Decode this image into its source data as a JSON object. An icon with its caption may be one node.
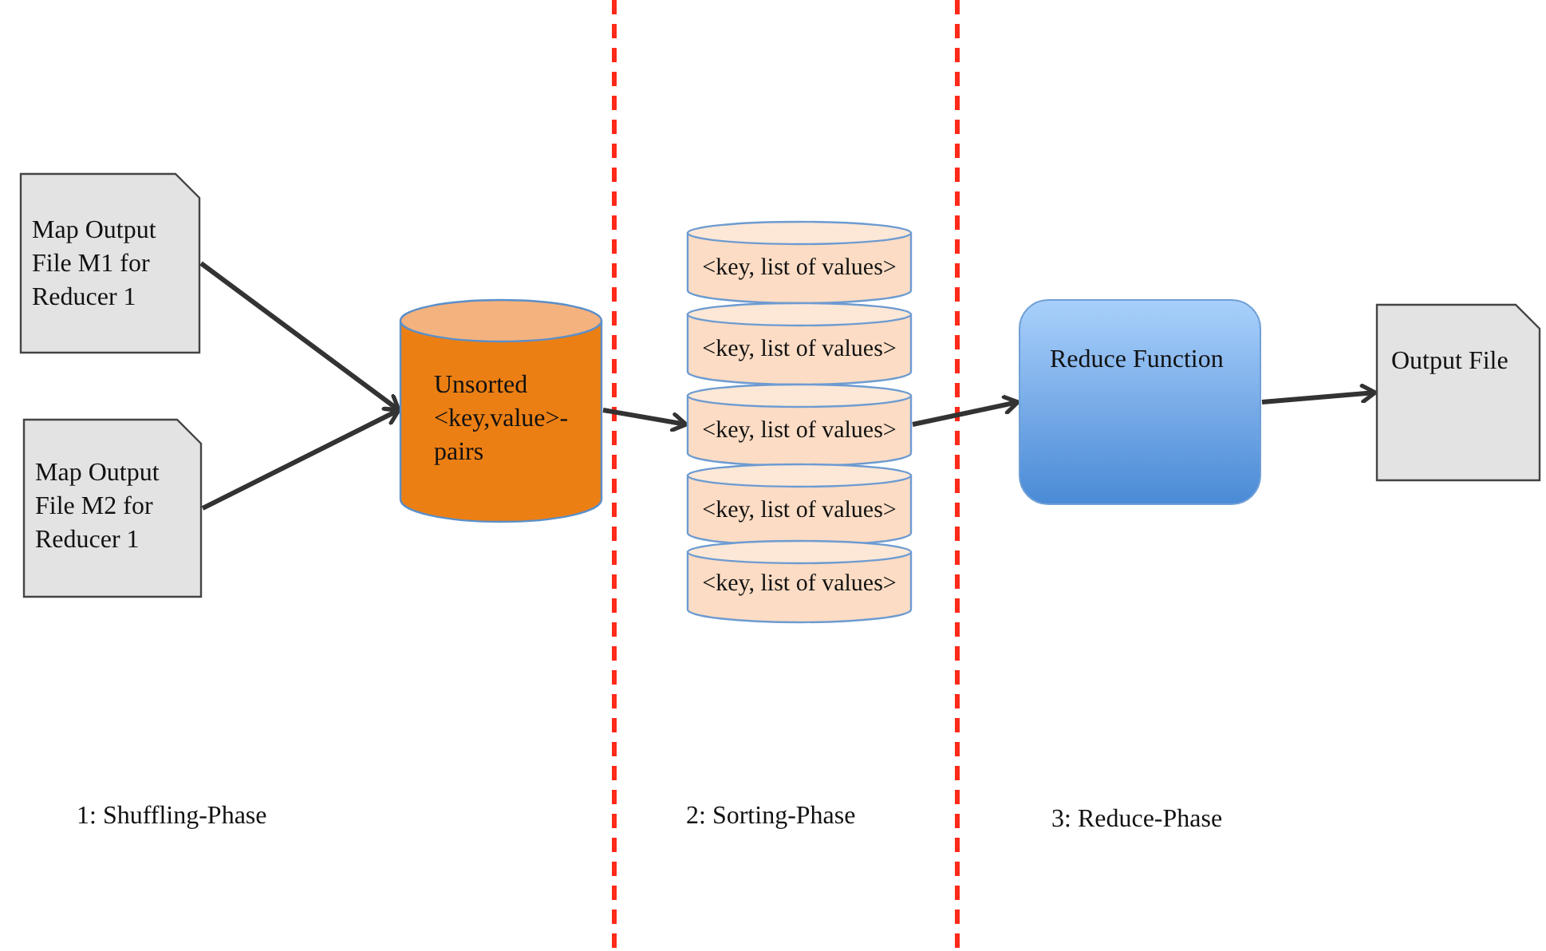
{
  "diagram": {
    "nodes": [
      {
        "text": [
          "Map Output File M1 for Reducer 1"
        ]
      },
      {
        "text": [
          "Map Output File M2 for Reducer 1"
        ]
      },
      {
        "text": [
          "Unsorted <key,value>-pairs"
        ]
      },
      {
        "text": [
          "<key, list of values>"
        ]
      },
      {
        "text": [
          "<key, list of values>"
        ]
      },
      {
        "text": [
          "<key, list of values>"
        ]
      },
      {
        "text": [
          "<key, list of values>"
        ]
      },
      {
        "text": [
          "<key, list of values>"
        ]
      },
      {
        "text": [
          "Reduce Function"
        ]
      },
      {
        "text": [
          "Output File"
        ]
      }
    ],
    "edges": [
      {
        "from": 0,
        "to": 2,
        "arrow": "to"
      },
      {
        "from": 1,
        "to": 2,
        "arrow": "to"
      },
      {
        "from": 2,
        "to": 5,
        "arrow": "to"
      },
      {
        "from": 5,
        "to": 8,
        "arrow": "to"
      },
      {
        "from": 8,
        "to": 9,
        "arrow": "to"
      }
    ],
    "labels": [
      "1: Shuffling-Phase",
      "2: Sorting-Phase",
      "3: Reduce-Phase"
    ]
  }
}
